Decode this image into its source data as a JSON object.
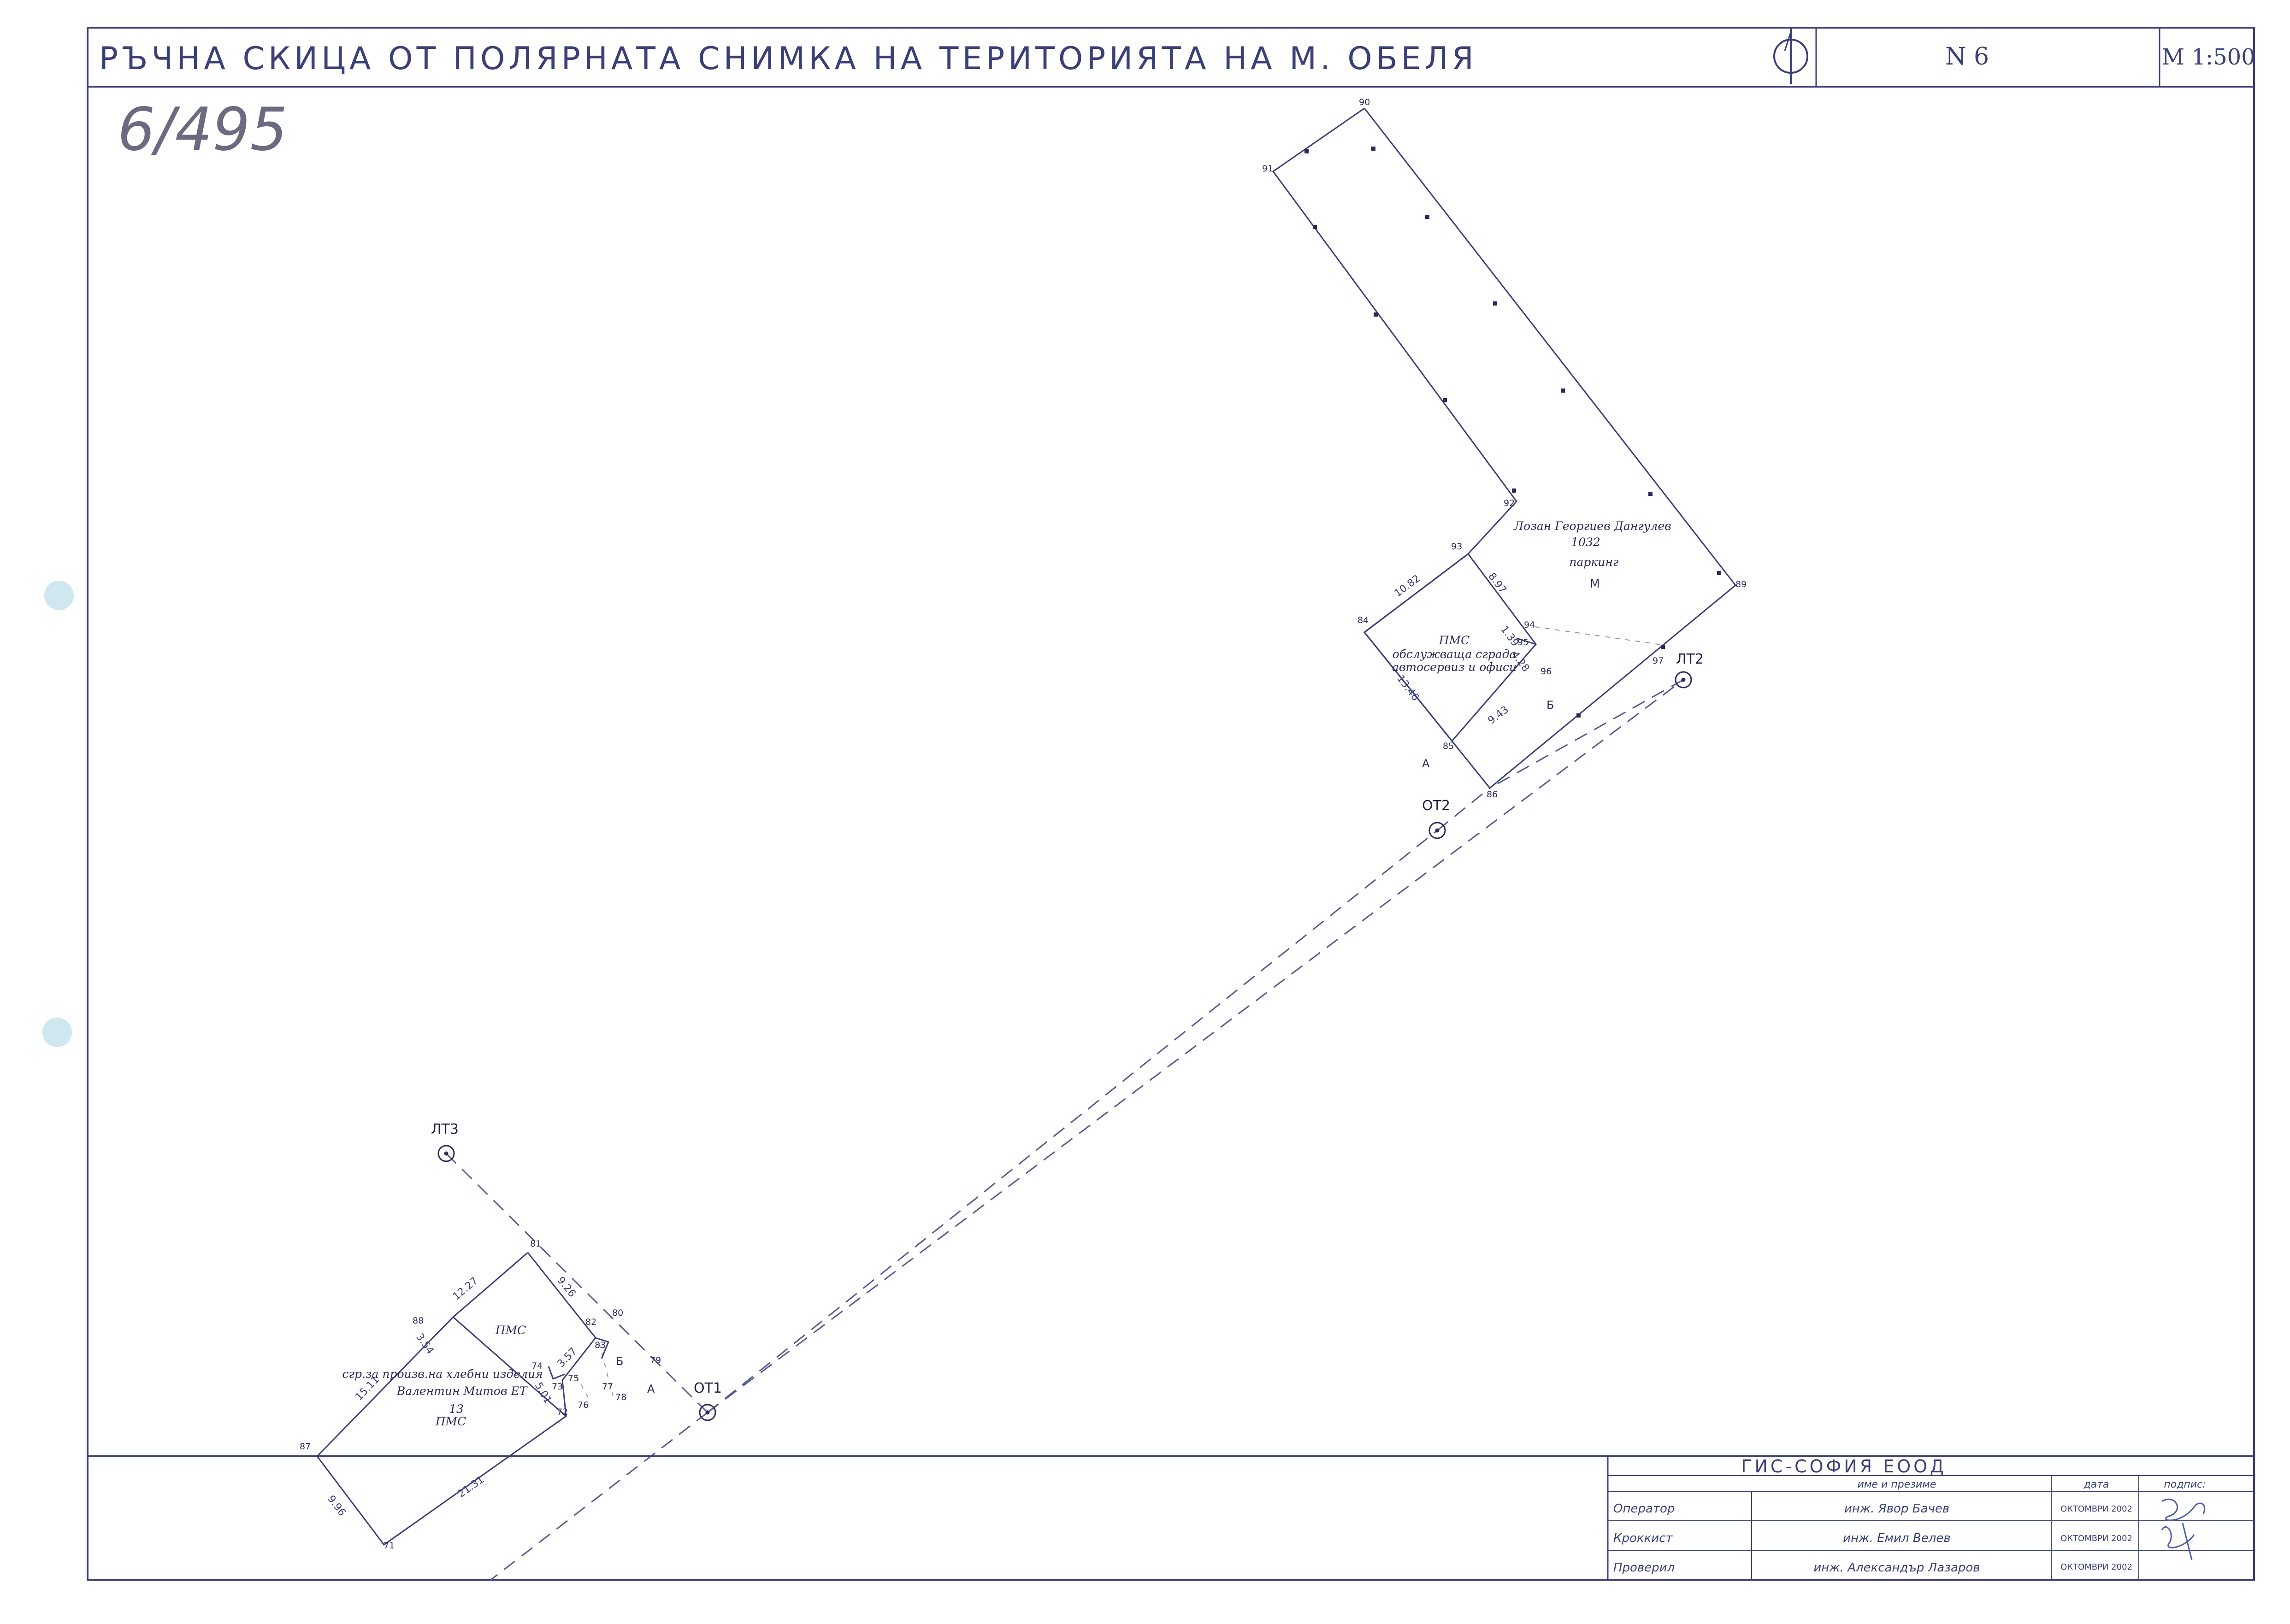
{
  "header": {
    "title": "РЪЧНА СКИЦА ОТ ПОЛЯРНАТА СНИМКА НА ТЕРИТОРИЯТА НА М. ОБЕЛЯ",
    "sheet_no": "N 6",
    "scale": "М 1:500"
  },
  "handwritten_ref": "6/495",
  "colors": {
    "line": "#3a3f78",
    "dash": "#56598f",
    "punch": "#cfe7ee",
    "ink": "#2a2a5a"
  },
  "stations": [
    {
      "id": "lt3",
      "label": "ЛТ3"
    },
    {
      "id": "ot1",
      "label": "ОТ1"
    },
    {
      "id": "ot2",
      "label": "ОТ2"
    },
    {
      "id": "lt2",
      "label": "ЛТ2"
    }
  ],
  "north_parcel": {
    "points": [
      "90",
      "91",
      "92",
      "93",
      "84",
      "85",
      "86",
      "89",
      "94",
      "95",
      "96",
      "97"
    ],
    "owner": "Лозан Георгиев Дангулев",
    "number": "1032",
    "use": "паркинг",
    "letter_m": "М",
    "building_type": "ПМС",
    "building_desc1": "обслужваща сграда",
    "building_desc2": "автосервиз и офиси",
    "dims": [
      "10.82",
      "8.97",
      "1.39",
      "4.28",
      "13.46",
      "9.43"
    ],
    "zone_a": "А",
    "zone_b": "Б"
  },
  "south_parcel": {
    "points": [
      "81",
      "80",
      "82",
      "83",
      "79",
      "88",
      "74",
      "73",
      "75",
      "77",
      "78",
      "76",
      "72",
      "87",
      "71"
    ],
    "type_top": "ПМС",
    "building_desc": "сгр.за произв.на хлебни изделия",
    "owner": "Валентин Митов ЕТ",
    "number": "13",
    "type_bottom": "ПМС",
    "dims": [
      "12.27",
      "9.26",
      "3.54",
      "15.11",
      "3.57",
      "5.01",
      "21.31",
      "9.96"
    ],
    "zone_a": "А",
    "zone_b": "Б"
  },
  "title_block": {
    "company": "ГИС-СОФИЯ ЕООД",
    "col_name": "име и презиме",
    "col_date": "дата",
    "col_sign": "подпис:",
    "rows": [
      {
        "role": "Оператор",
        "name": "инж. Явор Бачев",
        "date": "ОКТОМВРИ 2002"
      },
      {
        "role": "Кроккист",
        "name": "инж. Емил Велев",
        "date": "ОКТОМВРИ 2002"
      },
      {
        "role": "Проверил",
        "name": "инж. Александър Лазаров",
        "date": "ОКТОМВРИ 2002"
      }
    ]
  }
}
